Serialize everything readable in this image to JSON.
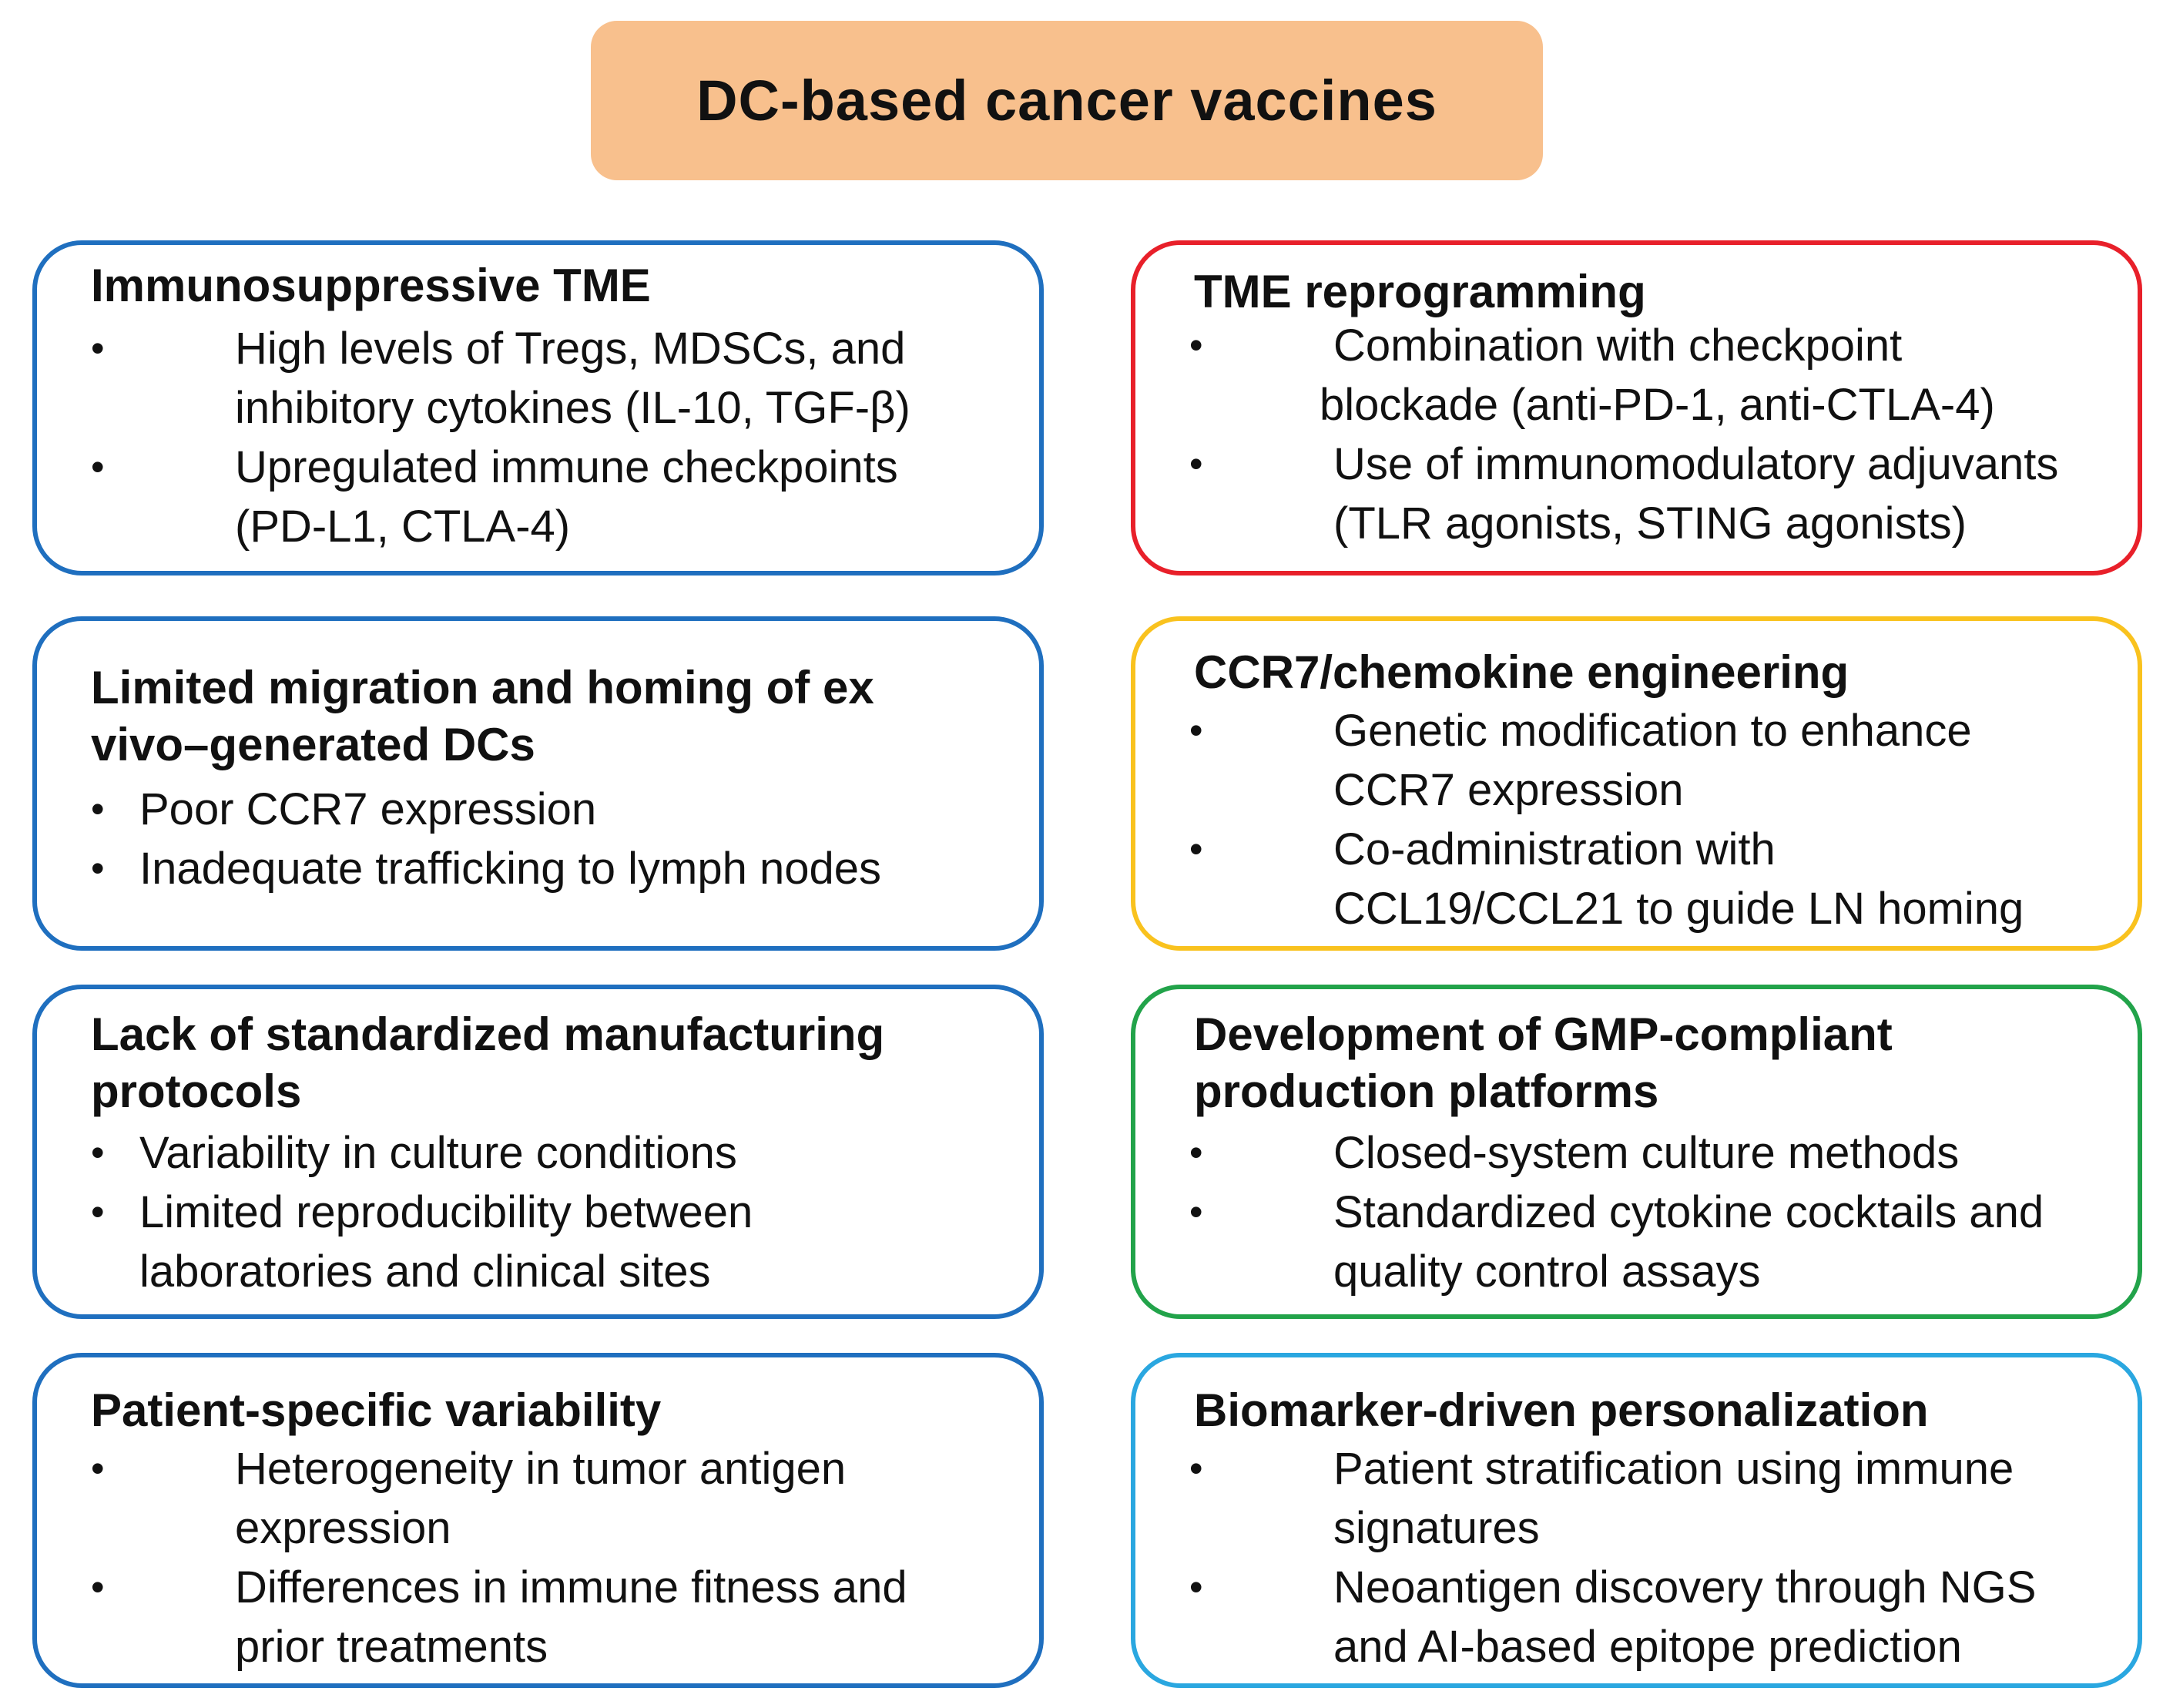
{
  "title": "DC-based cancer vaccines",
  "colors": {
    "title_fill": "#F8C08D",
    "blue": "#1F6FBF",
    "red": "#E8202A",
    "yellow": "#F9C21E",
    "green": "#22A34A",
    "light_blue": "#2AA7E0"
  },
  "cards": {
    "tme": {
      "title": "Immunosuppressive TME",
      "bullets": [
        [
          "High levels of Tregs, MDSCs, and",
          "inhibitory cytokines (IL-10, TGF-β)"
        ],
        [
          "Upregulated immune checkpoints",
          "(PD-L1, CTLA-4)"
        ]
      ]
    },
    "tme_reprogramming": {
      "title": "TME reprogramming",
      "bullets": [
        [
          "Combination with checkpoint",
          "blockade (anti-PD-1, anti-CTLA-4)"
        ],
        [
          "Use of immunomodulatory adjuvants",
          "(TLR agonists, STING agonists)"
        ]
      ]
    },
    "migration": {
      "title_lines": [
        "Limited migration and homing of ex",
        "vivo–generated DCs"
      ],
      "bullets": [
        [
          "Poor CCR7 expression"
        ],
        [
          "Inadequate trafficking to lymph nodes"
        ]
      ]
    },
    "ccr7": {
      "title": "CCR7/chemokine engineering",
      "bullets": [
        [
          "Genetic modification to enhance",
          "CCR7 expression"
        ],
        [
          "Co-administration with",
          "CCL19/CCL21 to guide LN homing"
        ]
      ]
    },
    "manufacturing": {
      "title_lines": [
        "Lack of standardized manufacturing",
        "protocols"
      ],
      "bullets": [
        [
          "Variability in culture conditions"
        ],
        [
          "Limited reproducibility between",
          "laboratories and clinical sites"
        ]
      ]
    },
    "gmp": {
      "title_lines": [
        "Development of GMP-compliant",
        "production platforms"
      ],
      "bullets": [
        [
          "Closed-system culture methods"
        ],
        [
          "Standardized cytokine cocktails and",
          "quality control assays"
        ]
      ]
    },
    "patient": {
      "title": "Patient-specific variability",
      "bullets": [
        [
          "Heterogeneity in tumor antigen",
          "expression"
        ],
        [
          "Differences in immune fitness and",
          "prior treatments"
        ]
      ]
    },
    "biomarker": {
      "title": "Biomarker-driven personalization",
      "bullets": [
        [
          "Patient stratification using immune",
          "signatures"
        ],
        [
          "Neoantigen discovery through NGS",
          "and AI-based epitope prediction"
        ]
      ]
    }
  }
}
